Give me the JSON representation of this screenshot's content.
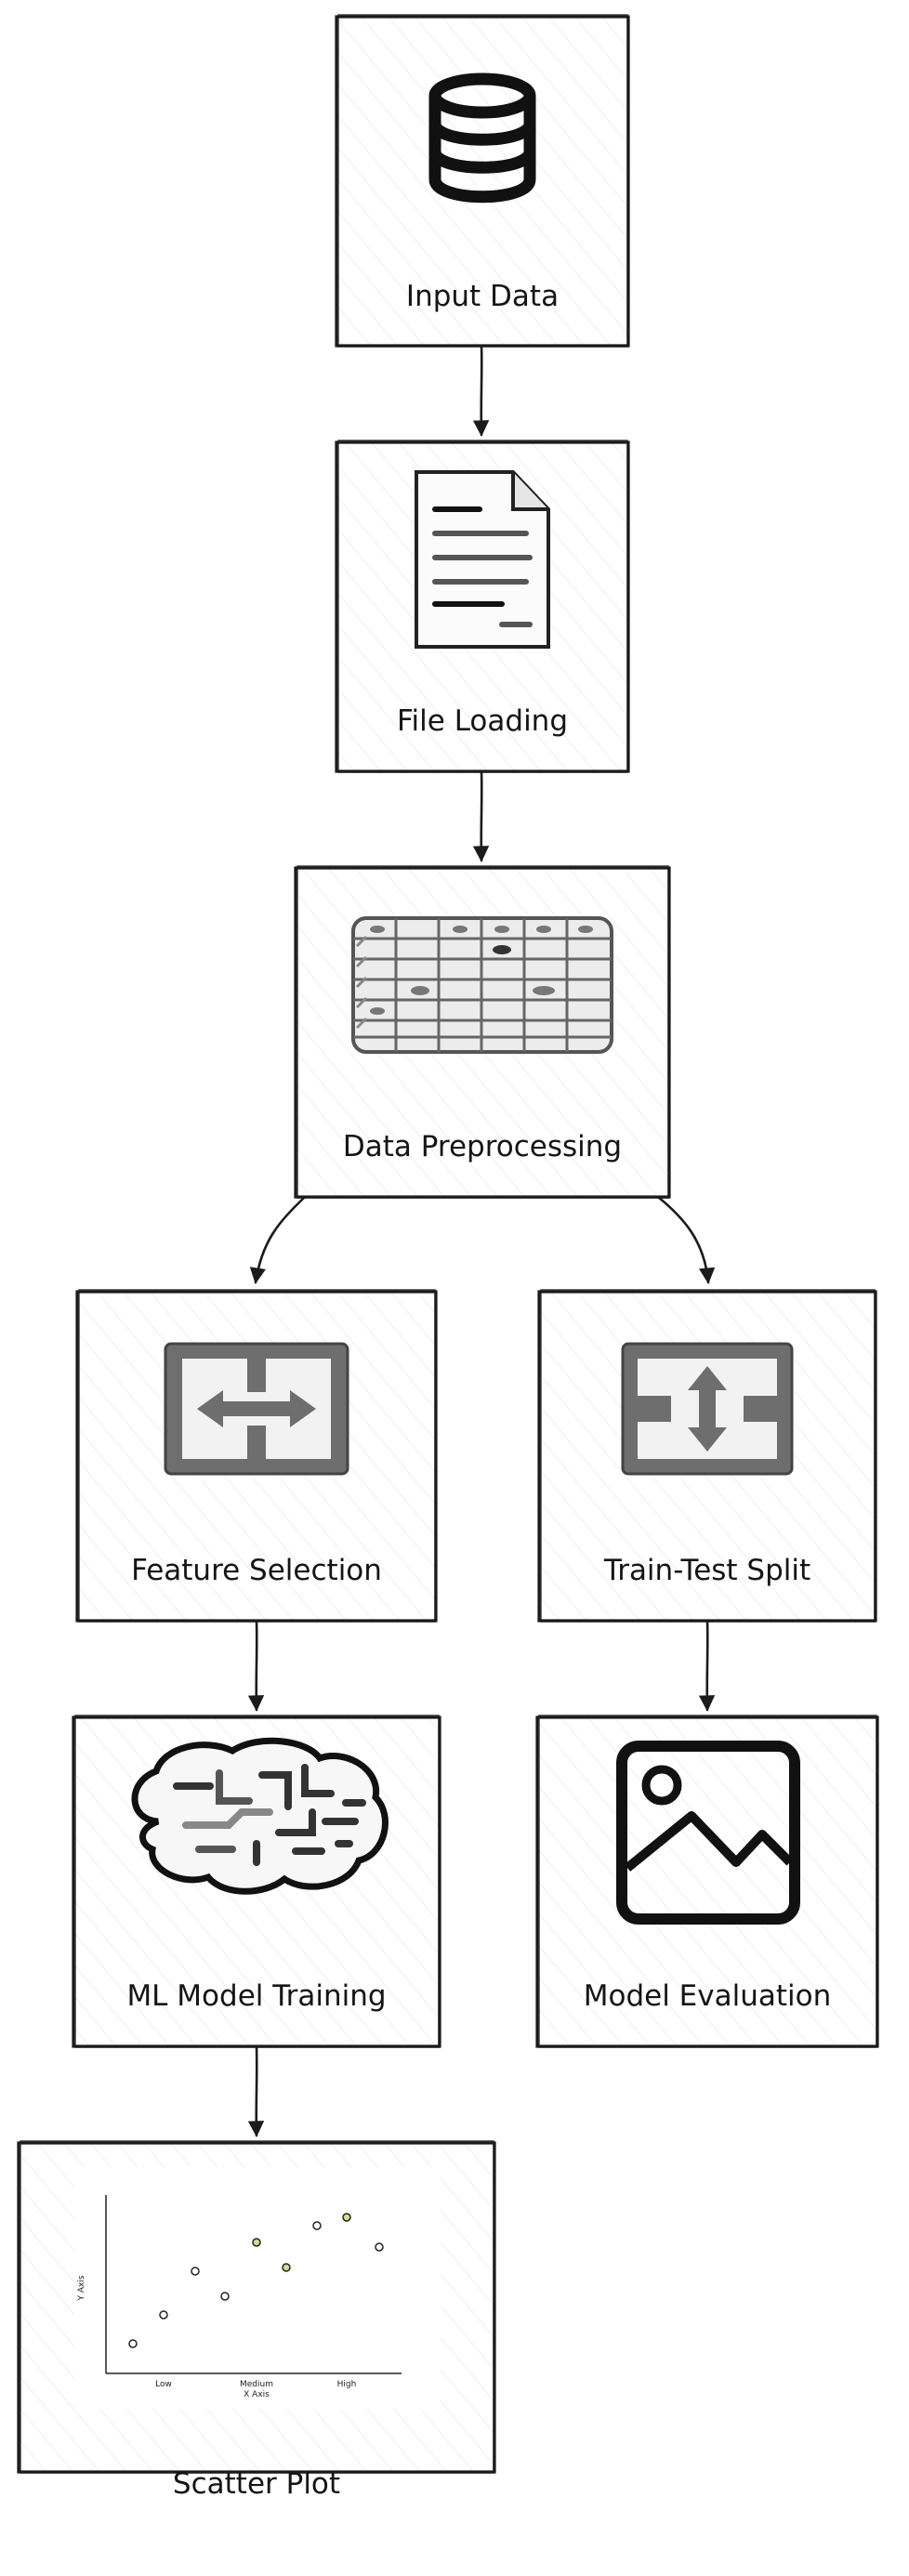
{
  "nodes": [
    {
      "id": "input_data",
      "label": "Input Data",
      "icon": "database-icon"
    },
    {
      "id": "file_loading",
      "label": "File Loading",
      "icon": "document-icon"
    },
    {
      "id": "data_preprocessing",
      "label": "Data Preprocessing",
      "icon": "spreadsheet-icon"
    },
    {
      "id": "feature_selection",
      "label": "Feature Selection",
      "icon": "horizontal-arrows-icon"
    },
    {
      "id": "train_test_split",
      "label": "Train-Test Split",
      "icon": "vertical-arrows-icon"
    },
    {
      "id": "ml_model_training",
      "label": "ML Model Training",
      "icon": "brain-icon"
    },
    {
      "id": "model_evaluation",
      "label": "Model Evaluation",
      "icon": "image-icon"
    },
    {
      "id": "scatter_plot",
      "label": "Scatter Plot",
      "icon": "scatter-chart-icon"
    }
  ],
  "edges": [
    {
      "from": "input_data",
      "to": "file_loading"
    },
    {
      "from": "file_loading",
      "to": "data_preprocessing"
    },
    {
      "from": "data_preprocessing",
      "to": "feature_selection"
    },
    {
      "from": "data_preprocessing",
      "to": "train_test_split"
    },
    {
      "from": "feature_selection",
      "to": "ml_model_training"
    },
    {
      "from": "train_test_split",
      "to": "model_evaluation"
    },
    {
      "from": "ml_model_training",
      "to": "scatter_plot"
    }
  ],
  "scatter_plot": {
    "xlabel": "X Axis",
    "ylabel": "Y Axis",
    "x_ticks": [
      "Low",
      "Medium",
      "High"
    ]
  },
  "colors": {
    "stroke": "#1b1b1b",
    "box_fill": "#f6f6f6",
    "icon_gray": "#6e6e6e",
    "point_yellow": "#d9d88f"
  }
}
